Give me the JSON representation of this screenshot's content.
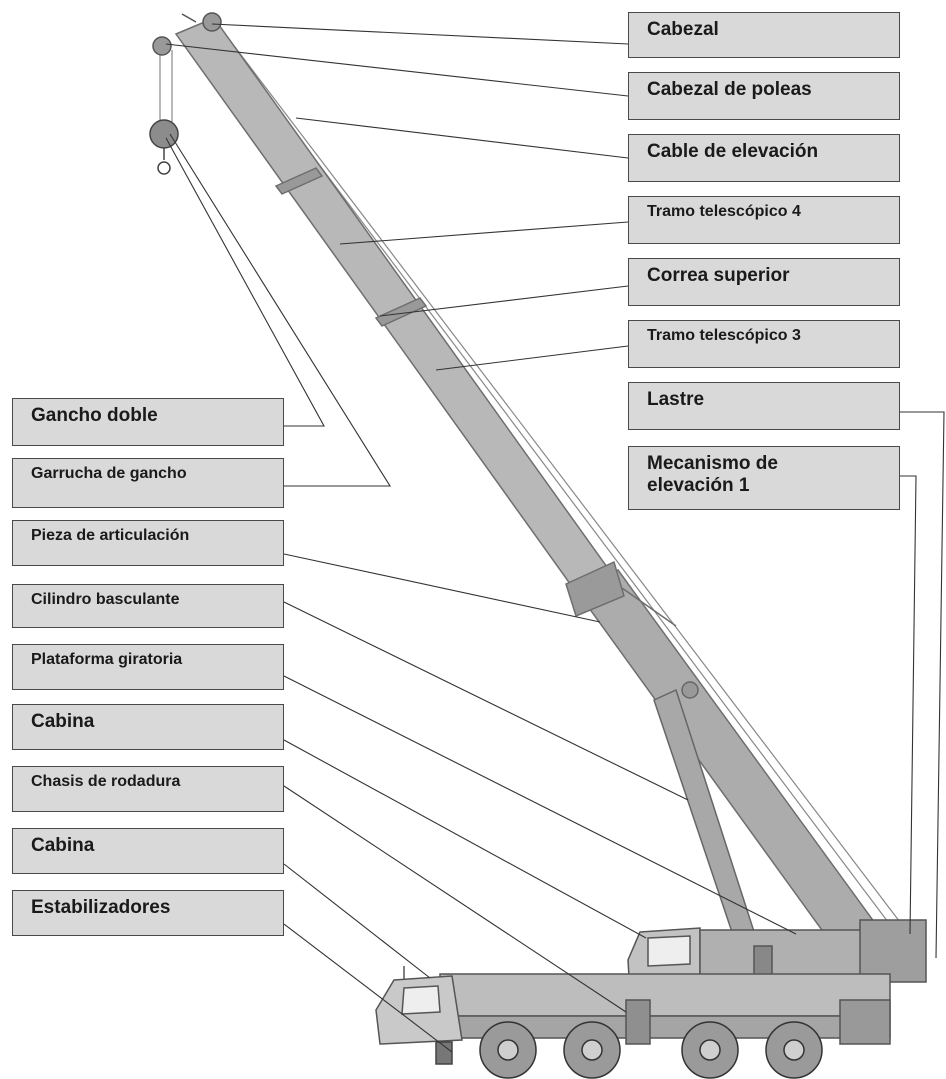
{
  "labels": {
    "cabezal": "Cabezal",
    "cabezal_poleas": "Cabezal de poleas",
    "cable_elevacion": "Cable de elevación",
    "tramo4": "Tramo telescópico 4",
    "correa": "Correa superior",
    "tramo3": "Tramo telescópico 3",
    "lastre": "Lastre",
    "mecanismo": "Mecanismo de elevación 1",
    "gancho_doble": "Gancho doble",
    "garrucha": "Garrucha de gancho",
    "pieza": "Pieza de articulación",
    "cilindro": "Cilindro basculante",
    "plataforma": "Plataforma giratoria",
    "cabina1": "Cabina",
    "chasis": "Chasis de rodadura",
    "cabina2": "Cabina",
    "estabilizadores": "Estabilizadores"
  },
  "colors": {
    "label_fill": "#d9d9d9",
    "label_border": "#4a4a4a",
    "crane_fill": "#b3b3b3",
    "crane_stroke": "#6e6e6e",
    "leader_line": "#333333"
  }
}
